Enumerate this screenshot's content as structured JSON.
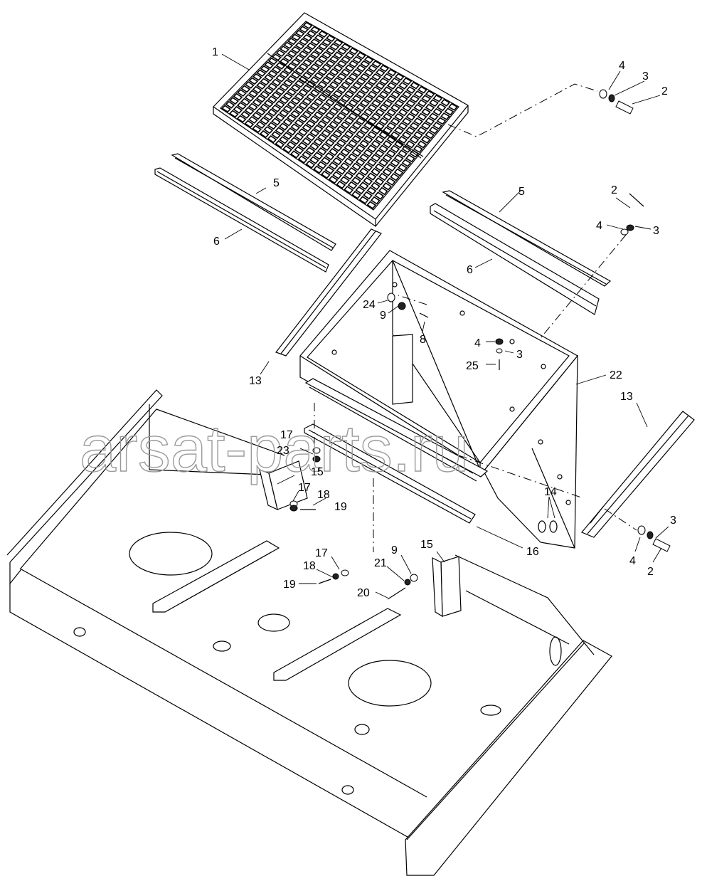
{
  "watermark": "arsat-parts.ru",
  "labels": [
    {
      "id": "l1",
      "text": "1"
    },
    {
      "id": "l4a",
      "text": "4"
    },
    {
      "id": "l3a",
      "text": "3"
    },
    {
      "id": "l2a",
      "text": "2"
    },
    {
      "id": "l5a",
      "text": "5"
    },
    {
      "id": "l6a",
      "text": "6"
    },
    {
      "id": "l5b",
      "text": "5"
    },
    {
      "id": "l2b",
      "text": "2"
    },
    {
      "id": "l4b",
      "text": "4"
    },
    {
      "id": "l3b",
      "text": "3"
    },
    {
      "id": "l6b",
      "text": "6"
    },
    {
      "id": "l24",
      "text": "24"
    },
    {
      "id": "l9a",
      "text": "9"
    },
    {
      "id": "l8",
      "text": "8"
    },
    {
      "id": "l4c",
      "text": "4"
    },
    {
      "id": "l3c",
      "text": "3"
    },
    {
      "id": "l25",
      "text": "25"
    },
    {
      "id": "l13a",
      "text": "13"
    },
    {
      "id": "l22",
      "text": "22"
    },
    {
      "id": "l13b",
      "text": "13"
    },
    {
      "id": "l17a",
      "text": "17"
    },
    {
      "id": "l23",
      "text": "23"
    },
    {
      "id": "l15a",
      "text": "15"
    },
    {
      "id": "l17b",
      "text": "17"
    },
    {
      "id": "l18a",
      "text": "18"
    },
    {
      "id": "l19a",
      "text": "19"
    },
    {
      "id": "l14",
      "text": "14"
    },
    {
      "id": "l3d",
      "text": "3"
    },
    {
      "id": "l16",
      "text": "16"
    },
    {
      "id": "l4d",
      "text": "4"
    },
    {
      "id": "l2d",
      "text": "2"
    },
    {
      "id": "l17c",
      "text": "17"
    },
    {
      "id": "l9b",
      "text": "9"
    },
    {
      "id": "l15b",
      "text": "15"
    },
    {
      "id": "l18b",
      "text": "18"
    },
    {
      "id": "l21",
      "text": "21"
    },
    {
      "id": "l19b",
      "text": "19"
    },
    {
      "id": "l20",
      "text": "20"
    }
  ]
}
